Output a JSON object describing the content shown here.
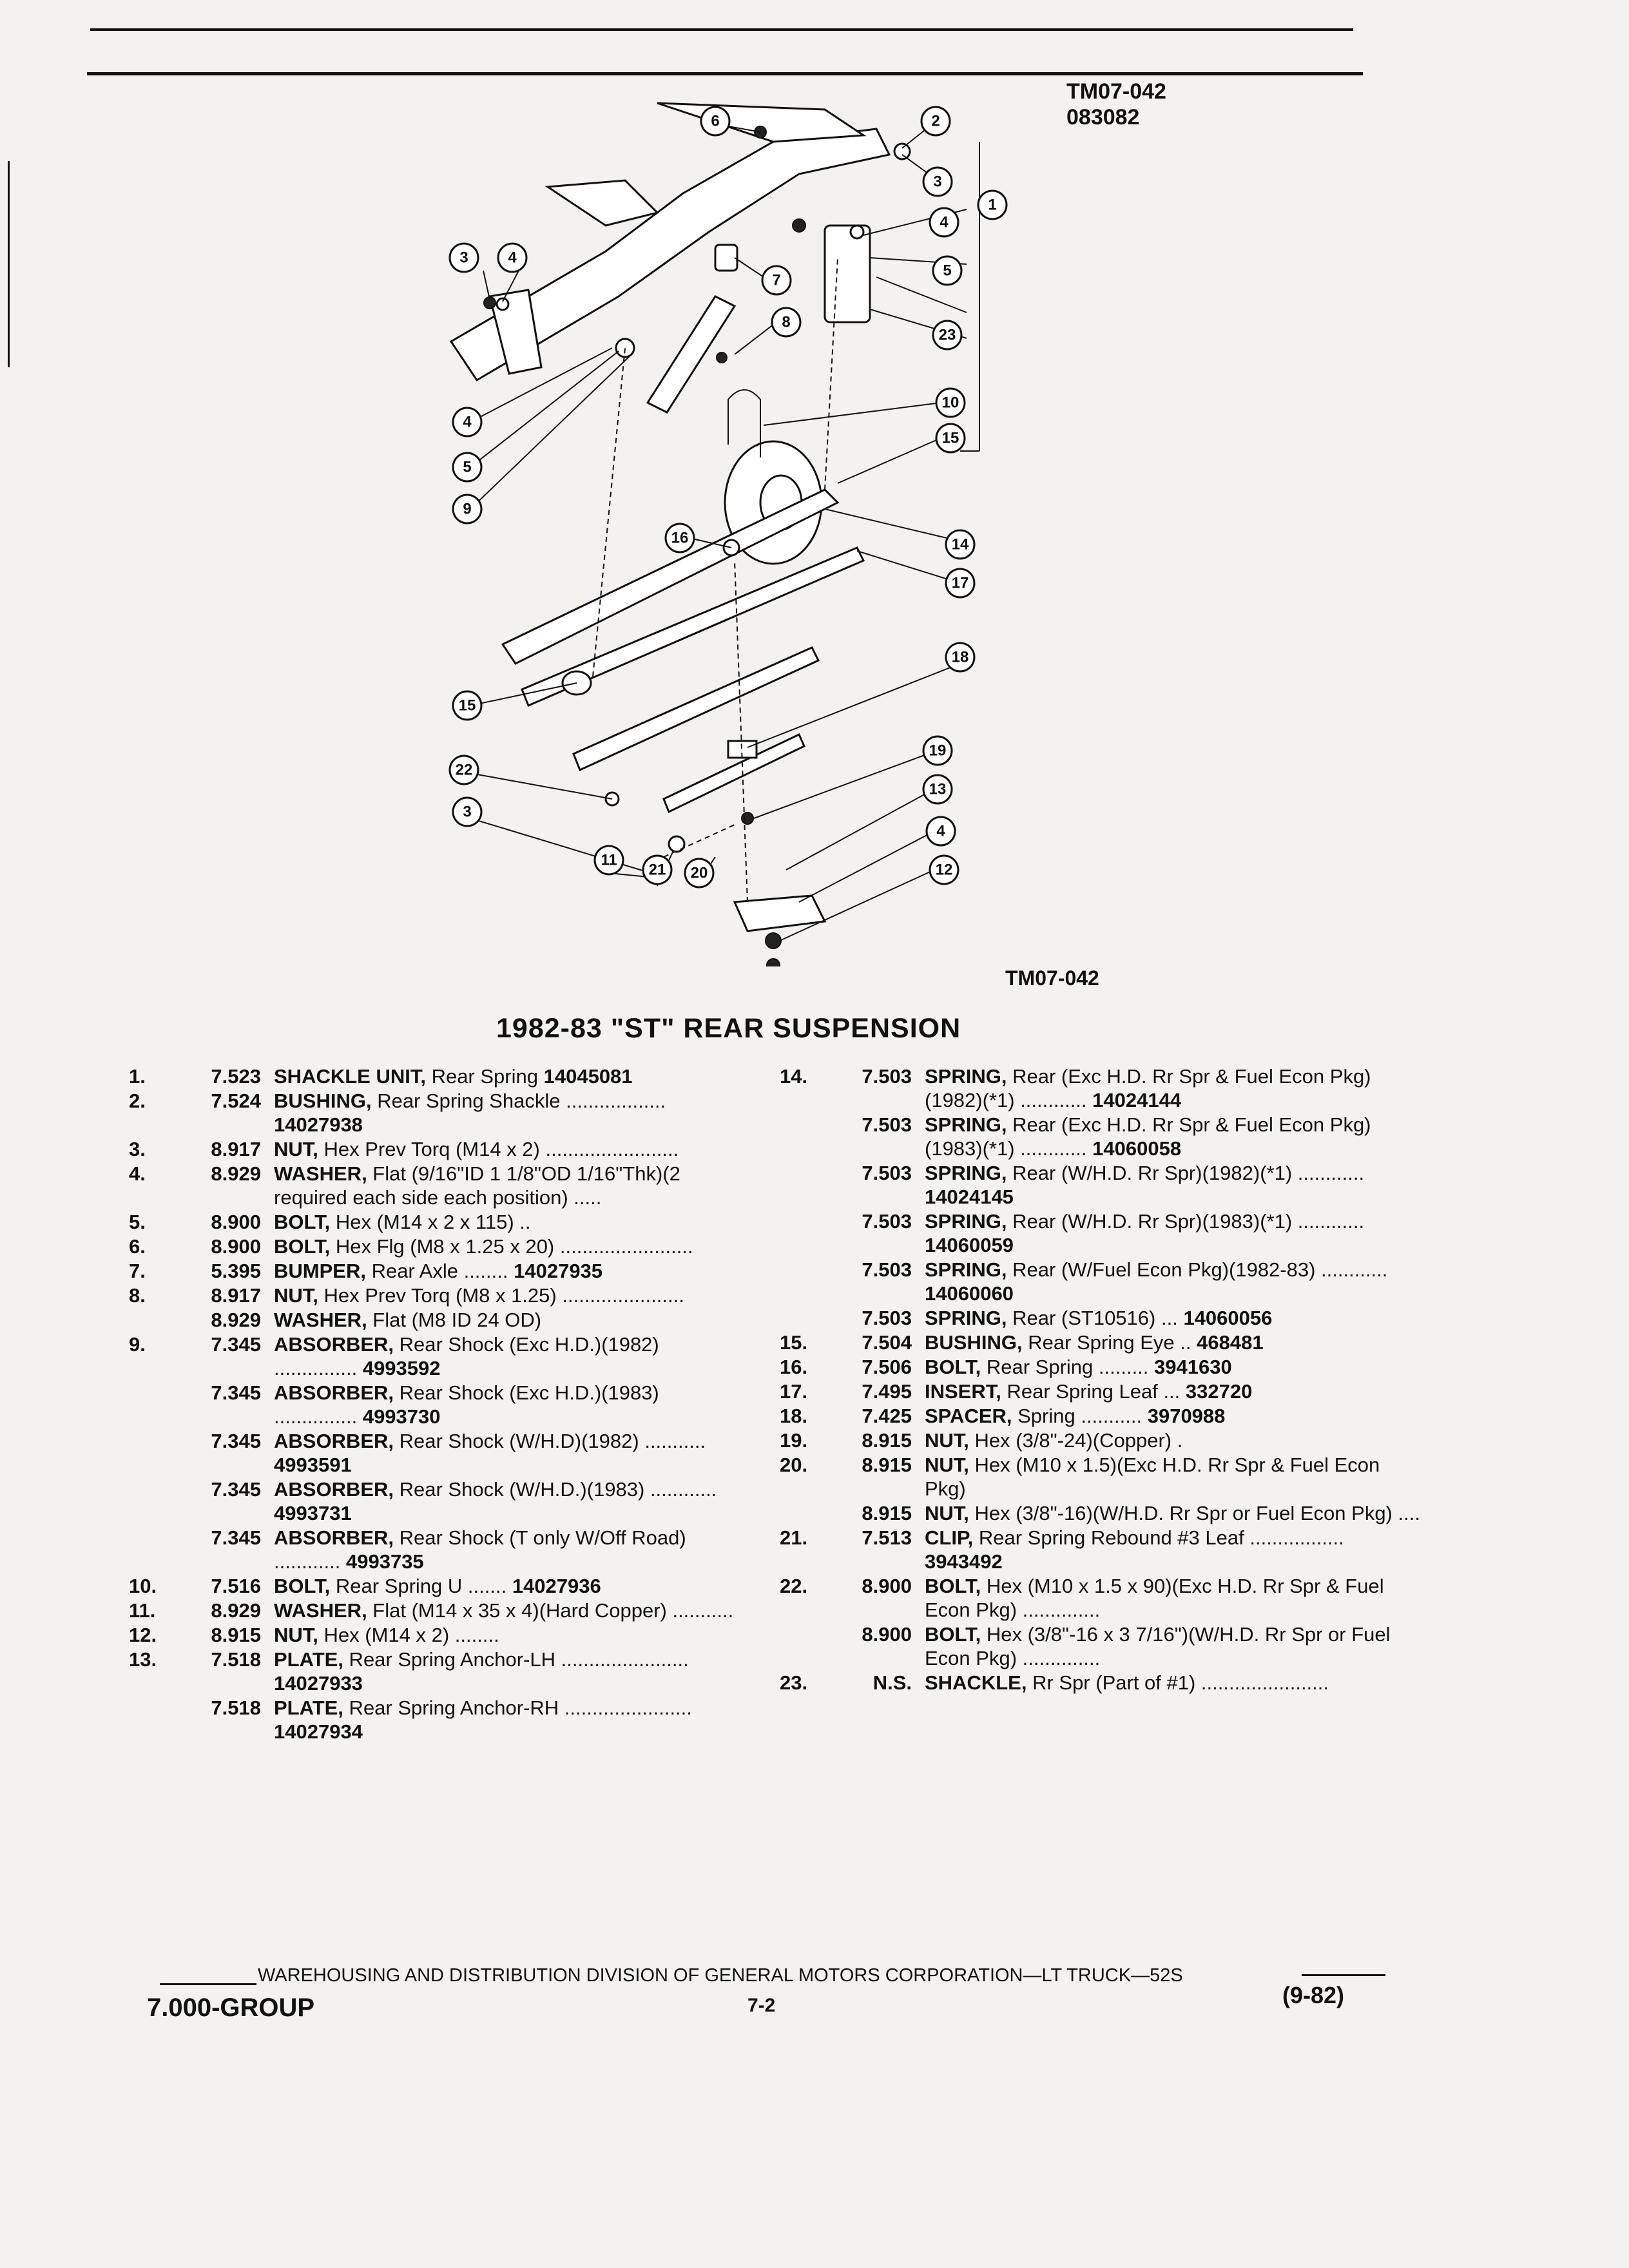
{
  "header": {
    "tm_code": "TM07-042",
    "date_code": "083082"
  },
  "diagram": {
    "caption": "TM07-042",
    "callouts": [
      "1",
      "2",
      "3",
      "4",
      "5",
      "6",
      "7",
      "8",
      "9",
      "10",
      "11",
      "12",
      "13",
      "14",
      "15",
      "16",
      "17",
      "18",
      "19",
      "20",
      "21",
      "22",
      "23"
    ]
  },
  "title": "1982-83 \"ST\" REAR SUSPENSION",
  "left_entries": [
    {
      "num": "1.",
      "ref": "7.523",
      "name": "SHACKLE UNIT,",
      "rest": " Rear Spring",
      "pn": "14045081"
    },
    {
      "num": "2.",
      "ref": "7.524",
      "name": "BUSHING,",
      "rest": " Rear Spring Shackle ..................",
      "pn": "14027938"
    },
    {
      "num": "3.",
      "ref": "8.917",
      "name": "NUT,",
      "rest": " Hex Prev Torq (M14 x 2) ........................",
      "pn": ""
    },
    {
      "num": "4.",
      "ref": "8.929",
      "name": "WASHER,",
      "rest": " Flat (9/16\"ID 1 1/8\"OD 1/16\"Thk)(2 required each side each position) .....",
      "pn": ""
    },
    {
      "num": "5.",
      "ref": "8.900",
      "name": "BOLT,",
      "rest": " Hex (M14 x 2 x 115) ..",
      "pn": ""
    },
    {
      "num": "6.",
      "ref": "8.900",
      "name": "BOLT,",
      "rest": " Hex Flg (M8 x 1.25 x 20) ........................",
      "pn": ""
    },
    {
      "num": "7.",
      "ref": "5.395",
      "name": "BUMPER,",
      "rest": " Rear Axle ........",
      "pn": "14027935"
    },
    {
      "num": "8.",
      "ref": "8.917",
      "name": "NUT,",
      "rest": " Hex Prev Torq (M8 x 1.25) ......................",
      "pn": ""
    },
    {
      "num": "",
      "ref": "8.929",
      "name": "WASHER,",
      "rest": " Flat (M8 ID 24 OD)",
      "pn": ""
    },
    {
      "num": "9.",
      "ref": "7.345",
      "name": "ABSORBER,",
      "rest": " Rear Shock (Exc H.D.)(1982) ...............",
      "pn": "4993592"
    },
    {
      "num": "",
      "ref": "7.345",
      "name": "ABSORBER,",
      "rest": " Rear Shock (Exc H.D.)(1983) ...............",
      "pn": "4993730"
    },
    {
      "num": "",
      "ref": "7.345",
      "name": "ABSORBER,",
      "rest": " Rear Shock (W/H.D)(1982) ...........",
      "pn": "4993591"
    },
    {
      "num": "",
      "ref": "7.345",
      "name": "ABSORBER,",
      "rest": " Rear Shock (W/H.D.)(1983) ............",
      "pn": "4993731"
    },
    {
      "num": "",
      "ref": "7.345",
      "name": "ABSORBER,",
      "rest": " Rear Shock (T only W/Off Road) ............",
      "pn": "4993735"
    },
    {
      "num": "10.",
      "ref": "7.516",
      "name": "BOLT,",
      "rest": " Rear Spring U .......",
      "pn": "14027936"
    },
    {
      "num": "11.",
      "ref": "8.929",
      "name": "WASHER,",
      "rest": " Flat (M14 x 35 x 4)(Hard Copper) ...........",
      "pn": ""
    },
    {
      "num": "12.",
      "ref": "8.915",
      "name": "NUT,",
      "rest": " Hex (M14 x 2) ........",
      "pn": ""
    },
    {
      "num": "13.",
      "ref": "7.518",
      "name": "PLATE,",
      "rest": " Rear Spring Anchor-LH .......................",
      "pn": "14027933"
    },
    {
      "num": "",
      "ref": "7.518",
      "name": "PLATE,",
      "rest": " Rear Spring Anchor-RH .......................",
      "pn": "14027934"
    }
  ],
  "right_entries": [
    {
      "num": "14.",
      "ref": "7.503",
      "name": "SPRING,",
      "rest": " Rear (Exc H.D. Rr Spr & Fuel Econ Pkg)(1982)(*1) ............",
      "pn": "14024144"
    },
    {
      "num": "",
      "ref": "7.503",
      "name": "SPRING,",
      "rest": " Rear (Exc H.D. Rr Spr & Fuel Econ Pkg)(1983)(*1) ............",
      "pn": "14060058"
    },
    {
      "num": "",
      "ref": "7.503",
      "name": "SPRING,",
      "rest": " Rear (W/H.D. Rr Spr)(1982)(*1) ............",
      "pn": "14024145"
    },
    {
      "num": "",
      "ref": "7.503",
      "name": "SPRING,",
      "rest": " Rear (W/H.D. Rr Spr)(1983)(*1) ............",
      "pn": "14060059"
    },
    {
      "num": "",
      "ref": "7.503",
      "name": "SPRING,",
      "rest": " Rear (W/Fuel Econ Pkg)(1982-83) ............",
      "pn": "14060060"
    },
    {
      "num": "",
      "ref": "7.503",
      "name": "SPRING,",
      "rest": " Rear (ST10516) ...",
      "pn": "14060056"
    },
    {
      "num": "15.",
      "ref": "7.504",
      "name": "BUSHING,",
      "rest": " Rear Spring Eye ..",
      "pn": "468481"
    },
    {
      "num": "16.",
      "ref": "7.506",
      "name": "BOLT,",
      "rest": " Rear Spring .........",
      "pn": "3941630"
    },
    {
      "num": "17.",
      "ref": "7.495",
      "name": "INSERT,",
      "rest": " Rear Spring Leaf ...",
      "pn": "332720"
    },
    {
      "num": "18.",
      "ref": "7.425",
      "name": "SPACER,",
      "rest": " Spring ...........",
      "pn": "3970988"
    },
    {
      "num": "19.",
      "ref": "8.915",
      "name": "NUT,",
      "rest": " Hex (3/8\"-24)(Copper) .",
      "pn": ""
    },
    {
      "num": "20.",
      "ref": "8.915",
      "name": "NUT,",
      "rest": " Hex (M10 x 1.5)(Exc H.D. Rr Spr & Fuel Econ Pkg)",
      "pn": ""
    },
    {
      "num": "",
      "ref": "8.915",
      "name": "NUT,",
      "rest": " Hex (3/8\"-16)(W/H.D. Rr Spr or Fuel Econ Pkg) ....",
      "pn": ""
    },
    {
      "num": "21.",
      "ref": "7.513",
      "name": "CLIP,",
      "rest": " Rear Spring Rebound #3 Leaf .................",
      "pn": "3943492"
    },
    {
      "num": "22.",
      "ref": "8.900",
      "name": "BOLT,",
      "rest": " Hex (M10 x 1.5 x 90)(Exc H.D. Rr Spr & Fuel Econ Pkg) ..............",
      "pn": ""
    },
    {
      "num": "",
      "ref": "8.900",
      "name": "BOLT,",
      "rest": " Hex (3/8\"-16 x 3 7/16\")(W/H.D. Rr Spr or Fuel Econ Pkg) ..............",
      "pn": ""
    },
    {
      "num": "23.",
      "ref": "N.S.",
      "name": "SHACKLE,",
      "rest": " Rr Spr (Part of #1) .......................",
      "pn": ""
    }
  ],
  "footer": {
    "division": "WAREHOUSING AND DISTRIBUTION DIVISION OF GENERAL MOTORS CORPORATION—LT TRUCK—52S",
    "revision": "(9-82)",
    "group": "7.000-GROUP",
    "page": "7-2"
  }
}
